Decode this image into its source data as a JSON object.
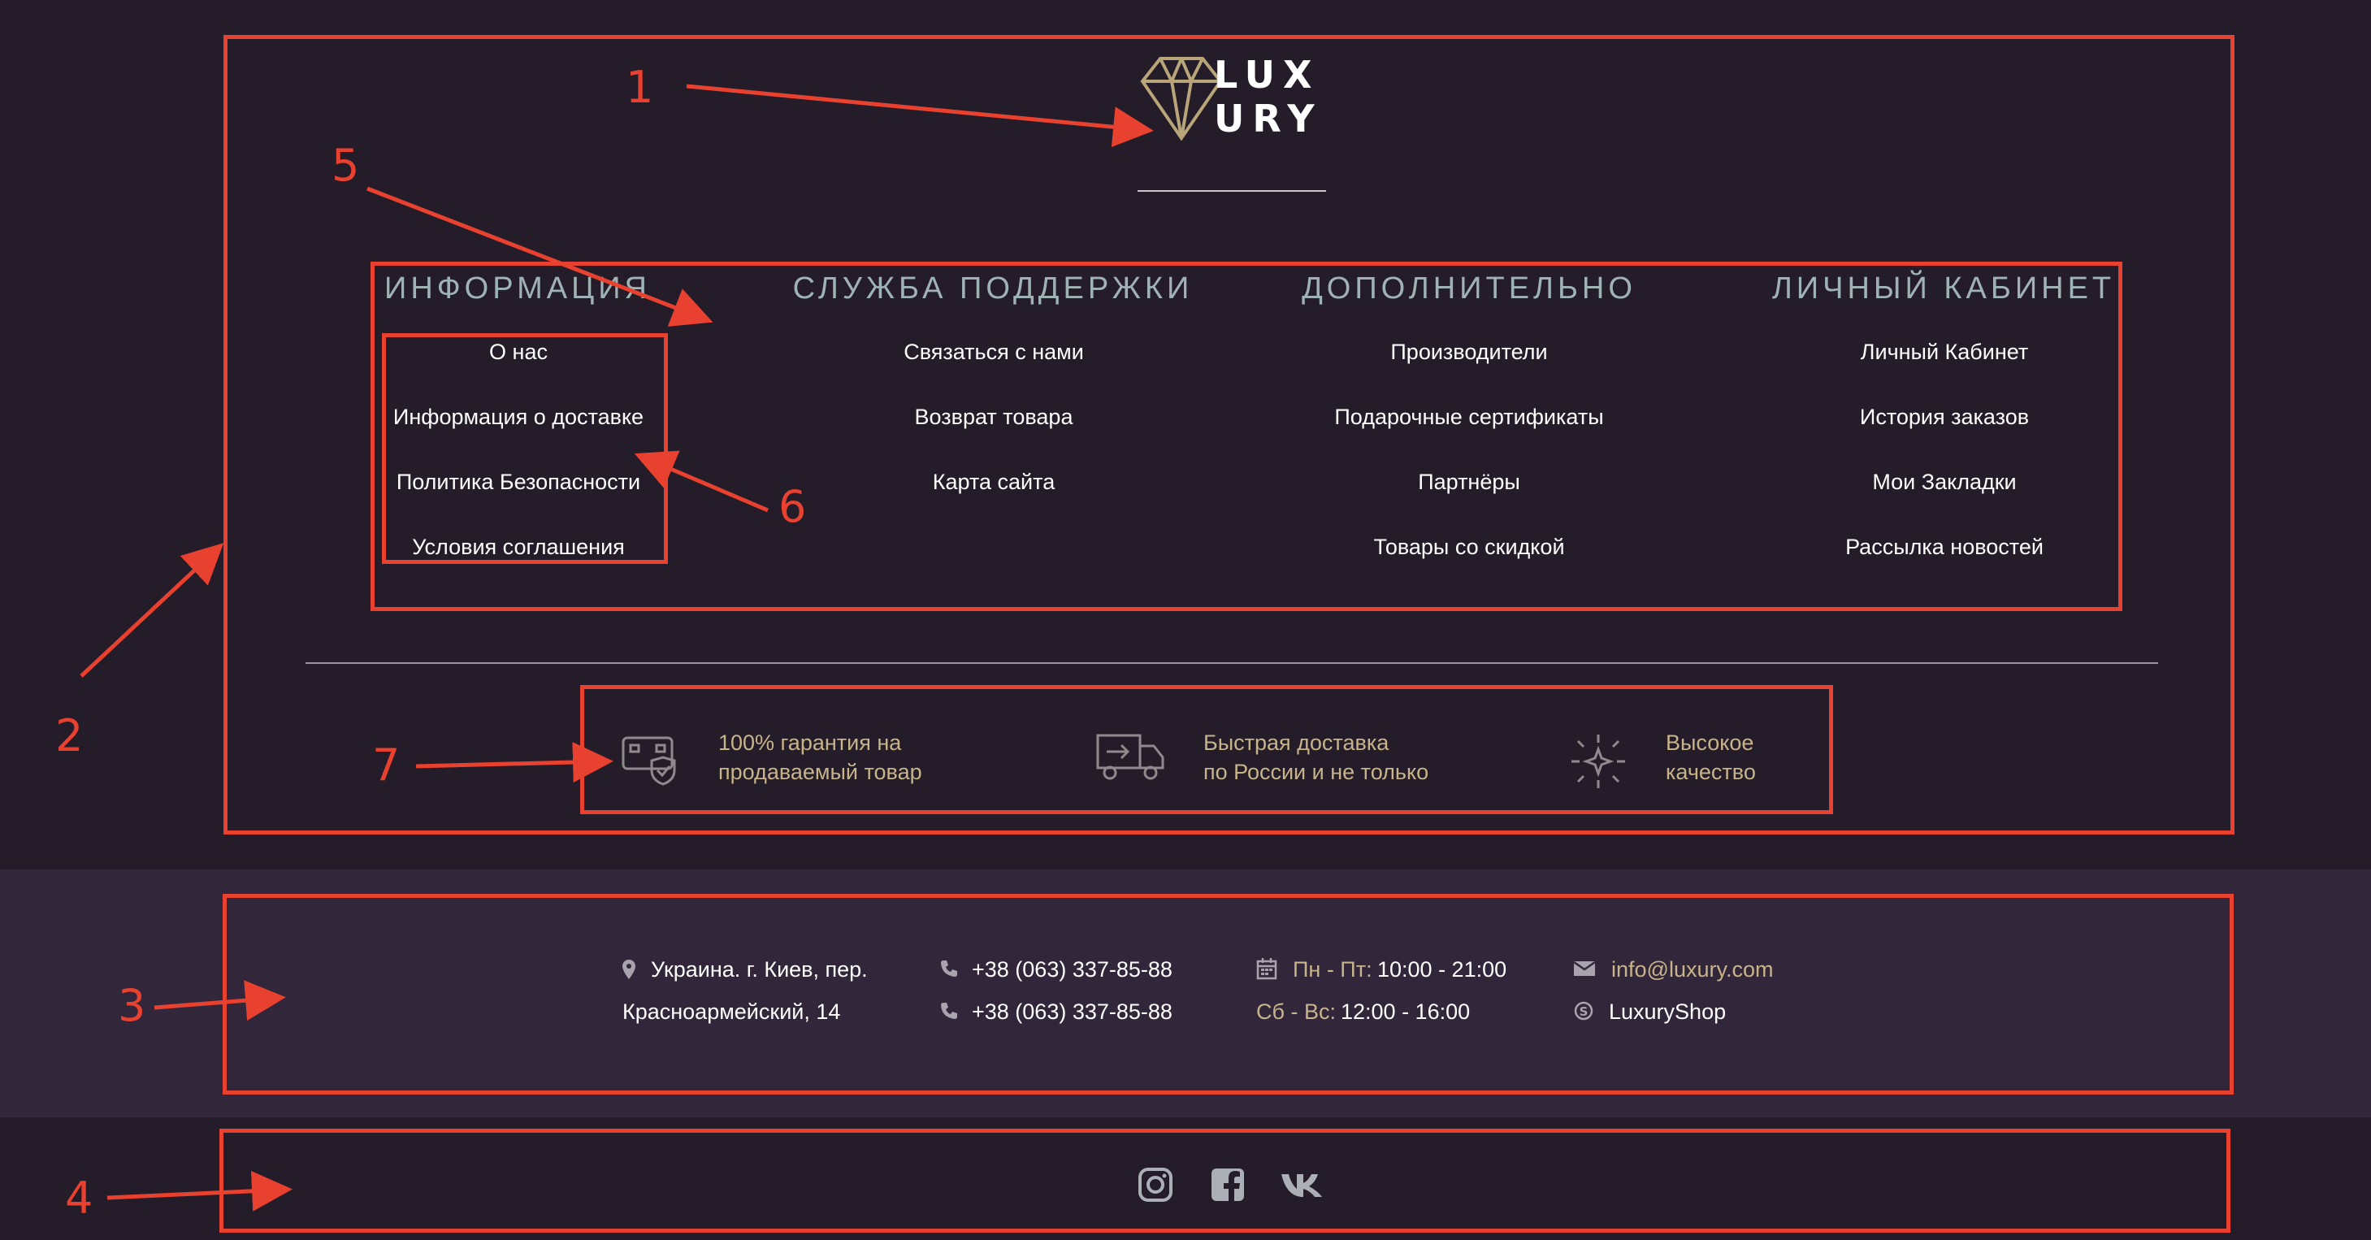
{
  "logo": {
    "line1": "LUX",
    "line2": "URY"
  },
  "columns": [
    {
      "title": "ИНФОРМАЦИЯ",
      "links": [
        "О нас",
        "Информация о доставке",
        "Политика Безопасности",
        "Условия соглашения"
      ]
    },
    {
      "title": "СЛУЖБА ПОДДЕРЖКИ",
      "links": [
        "Связаться с нами",
        "Возврат товара",
        "Карта сайта"
      ]
    },
    {
      "title": "ДОПОЛНИТЕЛЬНО",
      "links": [
        "Производители",
        "Подарочные сертификаты",
        "Партнёры",
        "Товары со скидкой"
      ]
    },
    {
      "title": "ЛИЧНЫЙ КАБИНЕТ",
      "links": [
        "Личный Кабинет",
        "История заказов",
        "Мои Закладки",
        "Рассылка новостей"
      ]
    }
  ],
  "features": [
    {
      "line1": "100% гарантия на",
      "line2": "продаваемый товар",
      "icon": "card-shield-icon"
    },
    {
      "line1": "Быстрая доставка",
      "line2": "по России и не только",
      "icon": "delivery-truck-icon"
    },
    {
      "line1": "Высокое",
      "line2": "качество",
      "icon": "sparkle-quality-icon"
    }
  ],
  "contacts": {
    "address_line1": "Украина. г. Киев, пер.",
    "address_line2": "Красноармейский, 14",
    "phone1": "+38 (063) 337-85-88",
    "phone2": "+38 (063) 337-85-88",
    "weekday_label": "Пн - Пт:",
    "weekday_hours": "10:00 - 21:00",
    "weekend_label": "Сб - Вс:",
    "weekend_hours": "12:00 - 16:00",
    "email": "info@luxury.com",
    "skype": "LuxuryShop"
  },
  "social": [
    "instagram-icon",
    "facebook-icon",
    "vk-icon"
  ],
  "annotations": [
    "1",
    "2",
    "3",
    "4",
    "5",
    "6",
    "7"
  ],
  "colors": {
    "accent": "#e8412f",
    "gold": "#c7b48a",
    "title": "#9fb3b5",
    "bg": "#241c28",
    "contact_bg": "#32263a"
  }
}
